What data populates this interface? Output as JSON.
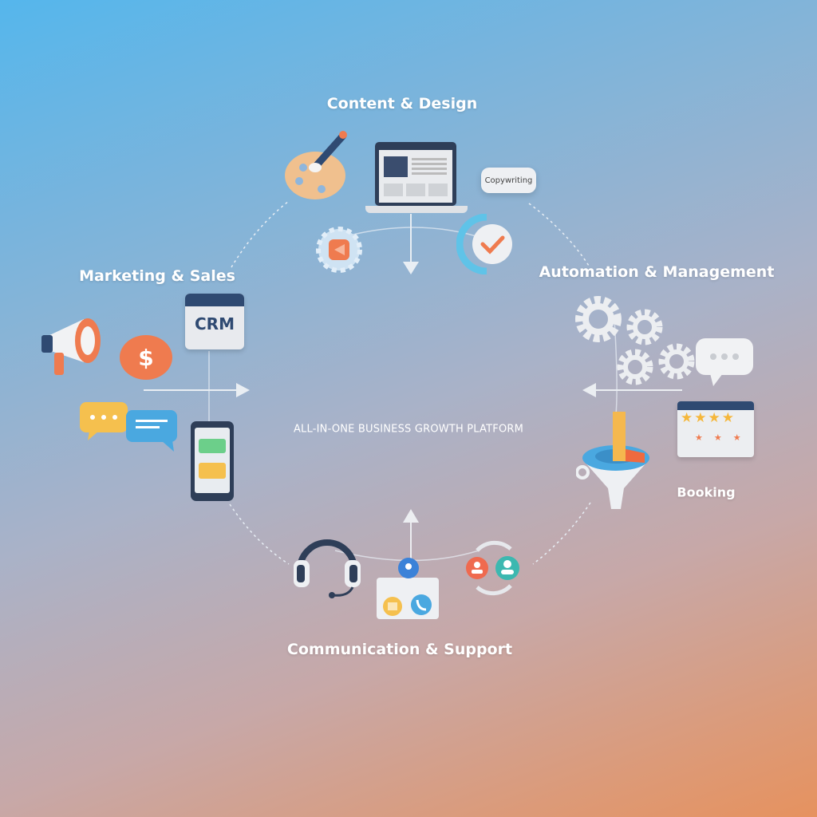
{
  "center": {
    "title": "ALL-IN-ONE BUSINESS GROWTH PLATFORM"
  },
  "sections": {
    "content_design": {
      "title": "Content & Design",
      "copywriting_label": "Copywriting"
    },
    "marketing_sales": {
      "title": "Marketing & Sales",
      "crm_label": "CRM",
      "dollar_symbol": "$"
    },
    "automation_management": {
      "title": "Automation & Management",
      "booking_label": "Booking"
    },
    "communication_support": {
      "title": "Communication & Support"
    }
  },
  "colors": {
    "accent_orange": "#ef7b4f",
    "navy": "#2f4a72",
    "accent_blue": "#4aa8e0"
  }
}
